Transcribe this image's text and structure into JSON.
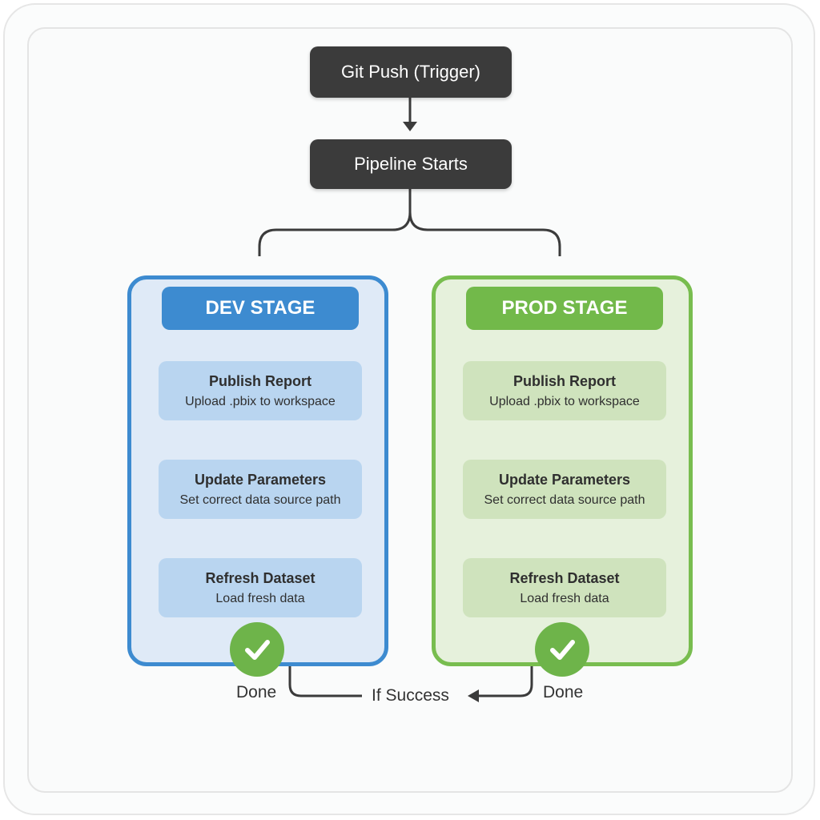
{
  "nodes": {
    "trigger": "Git Push (Trigger)",
    "pipeline": "Pipeline Starts"
  },
  "stages": {
    "dev": {
      "title": "DEV STAGE",
      "steps": [
        {
          "title": "Publish Report",
          "desc": "Upload .pbix to workspace"
        },
        {
          "title": "Update Parameters",
          "desc": "Set correct data source path"
        },
        {
          "title": "Refresh Dataset",
          "desc": "Load fresh data"
        }
      ],
      "done_label": "Done",
      "done_icon": "check-icon"
    },
    "prod": {
      "title": "PROD STAGE",
      "steps": [
        {
          "title": "Publish Report",
          "desc": "Upload .pbix to workspace"
        },
        {
          "title": "Update Parameters",
          "desc": "Set correct data source path"
        },
        {
          "title": "Refresh Dataset",
          "desc": "Load fresh data"
        }
      ],
      "done_label": "Done",
      "done_icon": "check-icon"
    }
  },
  "condition_label": "If Success",
  "colors": {
    "dark_node": "#3b3b3b",
    "dev_accent": "#3d8bd0",
    "prod_accent": "#78bd4f",
    "check": "#6eb44a"
  }
}
